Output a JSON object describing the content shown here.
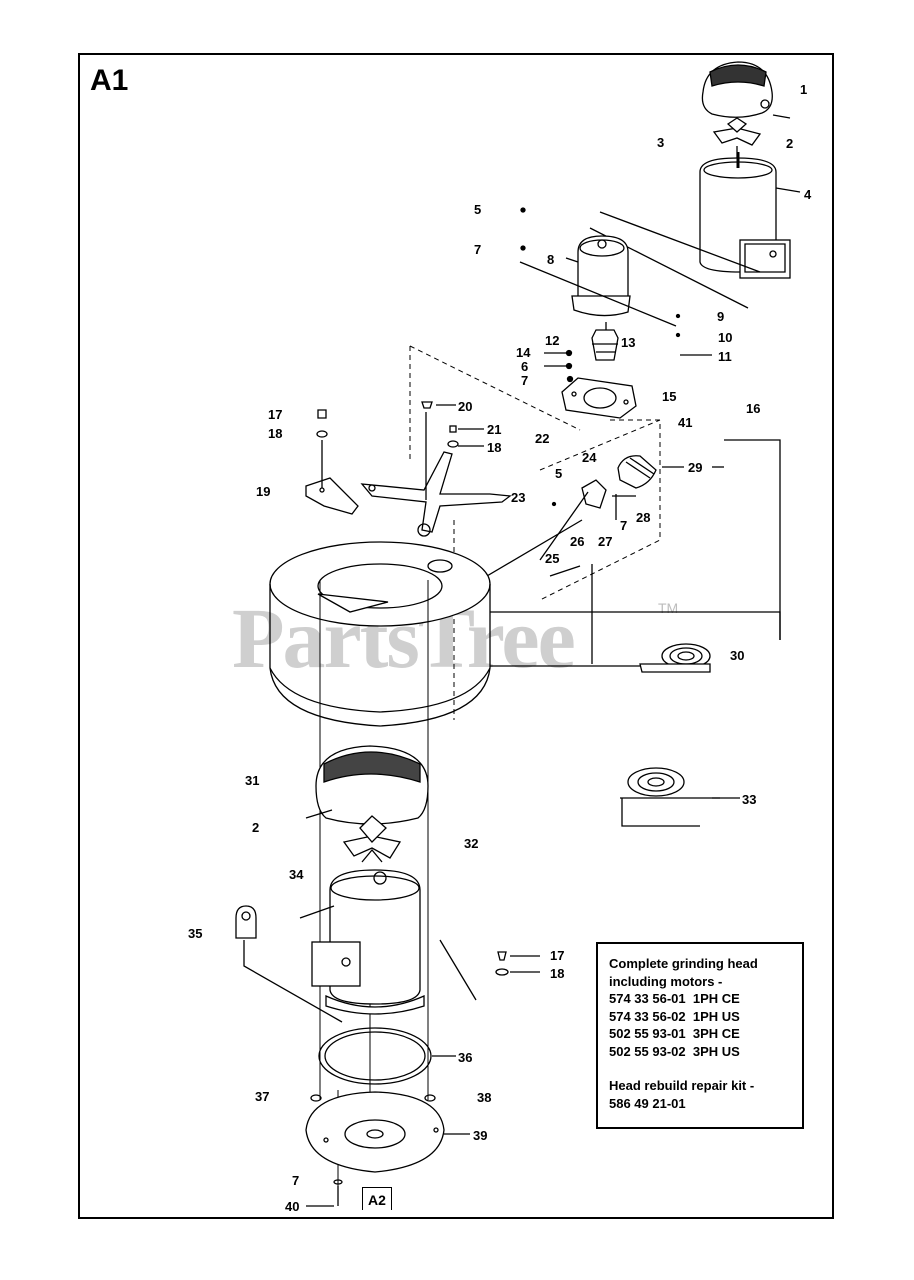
{
  "section_label": "A1",
  "sub_reference": "A2",
  "watermark": {
    "text": "PartsTree",
    "trademark": "TM"
  },
  "callouts": [
    {
      "id": "c1",
      "text": "1"
    },
    {
      "id": "c2a",
      "text": "2"
    },
    {
      "id": "c3",
      "text": "3"
    },
    {
      "id": "c4",
      "text": "4"
    },
    {
      "id": "c5a",
      "text": "5"
    },
    {
      "id": "c7a",
      "text": "7"
    },
    {
      "id": "c8",
      "text": "8"
    },
    {
      "id": "c9",
      "text": "9"
    },
    {
      "id": "c10",
      "text": "10"
    },
    {
      "id": "c11",
      "text": "11"
    },
    {
      "id": "c12",
      "text": "12"
    },
    {
      "id": "c13",
      "text": "13"
    },
    {
      "id": "c14",
      "text": "14"
    },
    {
      "id": "c6",
      "text": "6"
    },
    {
      "id": "c7b",
      "text": "7"
    },
    {
      "id": "c15",
      "text": "15"
    },
    {
      "id": "c16",
      "text": "16"
    },
    {
      "id": "c17a",
      "text": "17"
    },
    {
      "id": "c18a",
      "text": "18"
    },
    {
      "id": "c20",
      "text": "20"
    },
    {
      "id": "c21",
      "text": "21"
    },
    {
      "id": "c18b",
      "text": "18"
    },
    {
      "id": "c22",
      "text": "22"
    },
    {
      "id": "c41",
      "text": "41"
    },
    {
      "id": "c19",
      "text": "19"
    },
    {
      "id": "c5b",
      "text": "5"
    },
    {
      "id": "c24",
      "text": "24"
    },
    {
      "id": "c29",
      "text": "29"
    },
    {
      "id": "c23",
      "text": "23"
    },
    {
      "id": "c7c",
      "text": "7"
    },
    {
      "id": "c28",
      "text": "28"
    },
    {
      "id": "c26",
      "text": "26"
    },
    {
      "id": "c27",
      "text": "27"
    },
    {
      "id": "c25",
      "text": "25"
    },
    {
      "id": "c30",
      "text": "30"
    },
    {
      "id": "c31",
      "text": "31"
    },
    {
      "id": "c33",
      "text": "33"
    },
    {
      "id": "c2b",
      "text": "2"
    },
    {
      "id": "c32",
      "text": "32"
    },
    {
      "id": "c34",
      "text": "34"
    },
    {
      "id": "c35",
      "text": "35"
    },
    {
      "id": "c17b",
      "text": "17"
    },
    {
      "id": "c18c",
      "text": "18"
    },
    {
      "id": "c36",
      "text": "36"
    },
    {
      "id": "c37",
      "text": "37"
    },
    {
      "id": "c38",
      "text": "38"
    },
    {
      "id": "c39",
      "text": "39"
    },
    {
      "id": "c7d",
      "text": "7"
    },
    {
      "id": "c40",
      "text": "40"
    }
  ],
  "info_box": {
    "heading_line1": "Complete grinding head",
    "heading_line2": "including motors -",
    "variants": [
      {
        "part": "574 33 56-01",
        "desc": "1PH CE"
      },
      {
        "part": "574 33 56-02",
        "desc": "1PH US"
      },
      {
        "part": "502 55 93-01",
        "desc": "3PH CE"
      },
      {
        "part": "502 55 93-02",
        "desc": "3PH US"
      }
    ],
    "kit_label": "Head rebuild repair kit -",
    "kit_part": "586 49 21-01"
  }
}
